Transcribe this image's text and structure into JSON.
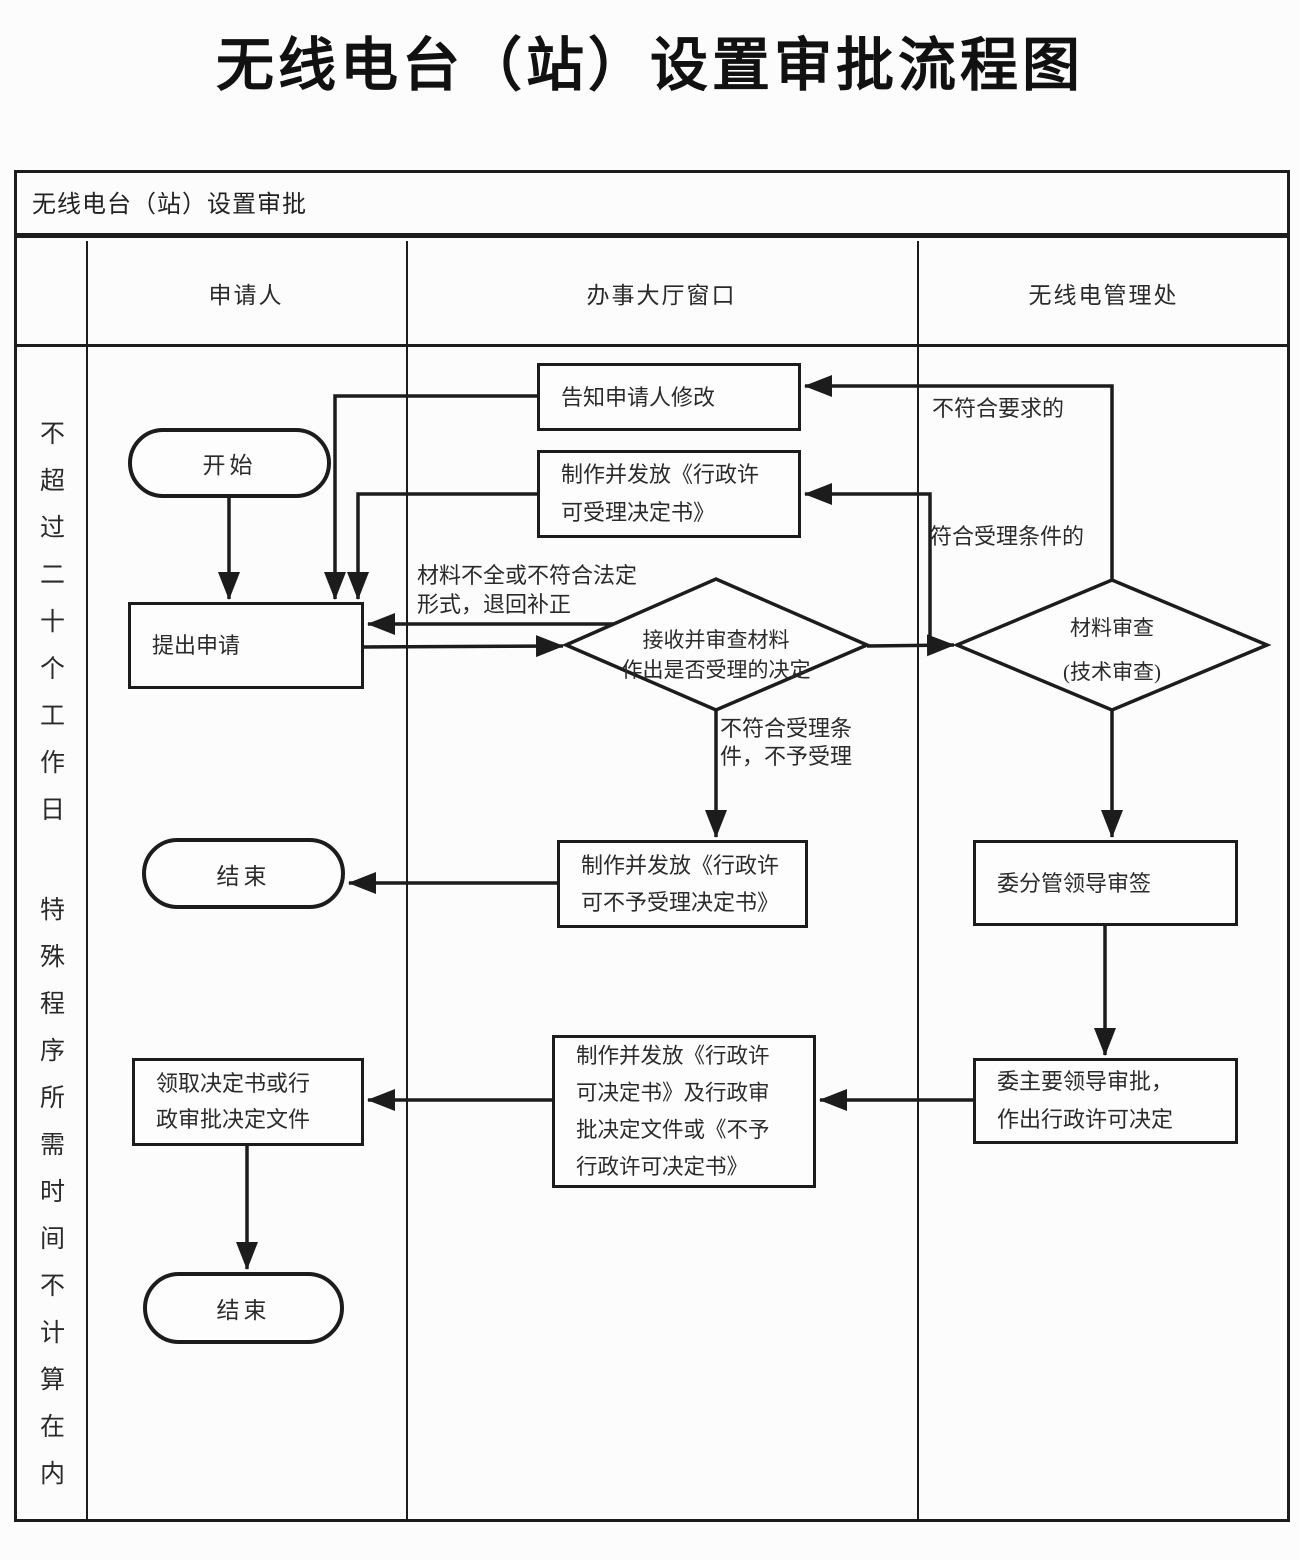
{
  "page": {
    "title": "无线电台（站）设置审批流程图"
  },
  "colors": {
    "ink": "#1c1c1c",
    "background": "#fcfcfc"
  },
  "table": {
    "caption": "无线电台（站）设置审批",
    "lanes": [
      {
        "label": "申请人"
      },
      {
        "label": "办事大厅窗口"
      },
      {
        "label": "无线电管理处"
      }
    ],
    "time_note": {
      "line1": "不超过二十个工作日",
      "line2": "特殊程序所需时间不计算在内"
    }
  },
  "nodes": {
    "start": {
      "label": "开始"
    },
    "submit": {
      "label": "提出申请"
    },
    "end_reject": {
      "label": "结束"
    },
    "receive": {
      "line1": "领取决定书或行",
      "line2": "政审批决定文件"
    },
    "end_final": {
      "label": "结束"
    },
    "notify_modify": {
      "label": "告知申请人修改"
    },
    "issue_accept": {
      "line1": "制作并发放《行政许",
      "line2": "可受理决定书》"
    },
    "review_accept": {
      "line1": "接收并审查材料",
      "line2": "作出是否受理的决定"
    },
    "issue_reject": {
      "line1": "制作并发放《行政许",
      "line2": "可不予受理决定书》"
    },
    "issue_decision": {
      "line1": "制作并发放《行政许",
      "line2": "可决定书》及行政审",
      "line3": "批决定文件或《不予",
      "line4": "行政许可决定书》"
    },
    "material_review": {
      "line1": "材料审查",
      "line2": "(技术审查)"
    },
    "deputy_sign": {
      "label": "委分管领导审签"
    },
    "chief_approve": {
      "line1": "委主要领导审批，",
      "line2": "作出行政许可决定"
    }
  },
  "edge_labels": {
    "not_meet": "不符合要求的",
    "meet_accept": "符合受理条件的",
    "incomplete": {
      "line1": "材料不全或不符合法定",
      "line2": "形式，退回补正"
    },
    "not_accept": {
      "line1": "不符合受理条",
      "line2": "件，不予受理"
    }
  }
}
